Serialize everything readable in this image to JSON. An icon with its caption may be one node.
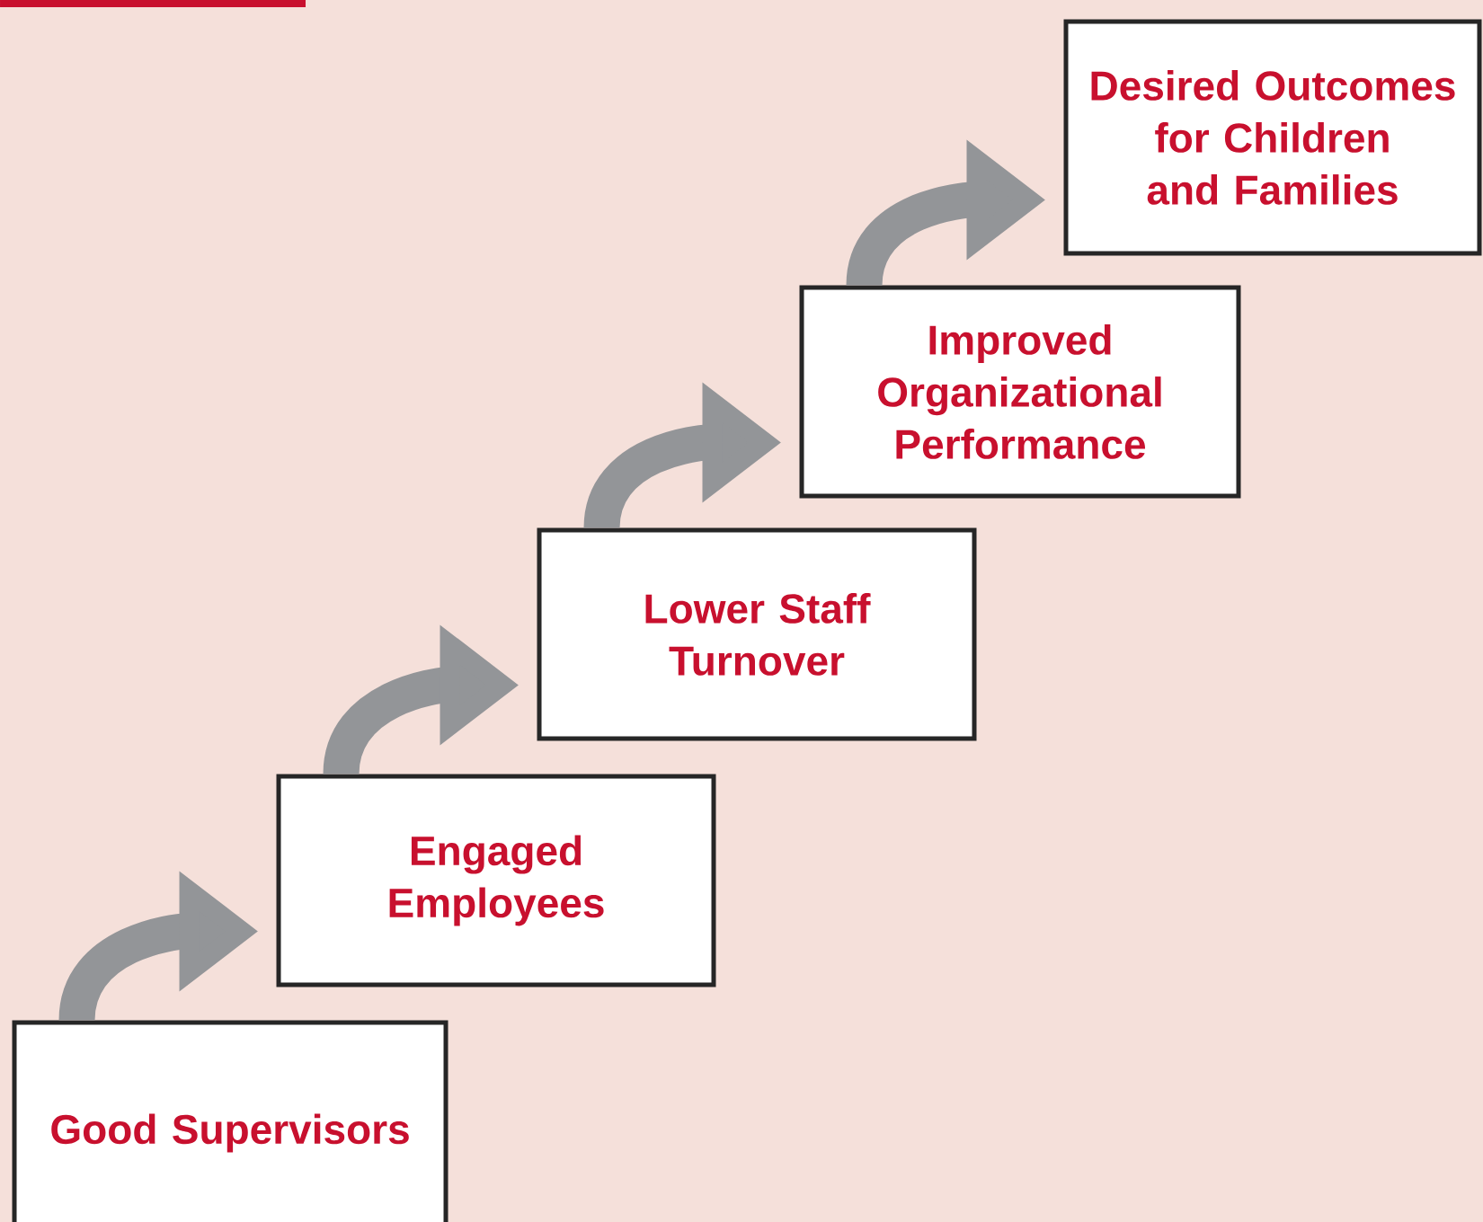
{
  "diagram": {
    "nodes": [
      {
        "text": [
          "Good Supervisors"
        ]
      },
      {
        "text": [
          "Engaged Employees"
        ]
      },
      {
        "text": [
          "Lower Staff Turnover"
        ]
      },
      {
        "text": [
          "Improved Organizational Performance"
        ]
      },
      {
        "text": [
          "Desired Outcomes for Children and Families"
        ]
      }
    ],
    "edges": [
      {
        "from": 0,
        "to": 1,
        "arrow": "to"
      },
      {
        "from": 1,
        "to": 2,
        "arrow": "to"
      },
      {
        "from": 2,
        "to": 3,
        "arrow": "to"
      },
      {
        "from": 3,
        "to": 4,
        "arrow": "to"
      }
    ]
  }
}
